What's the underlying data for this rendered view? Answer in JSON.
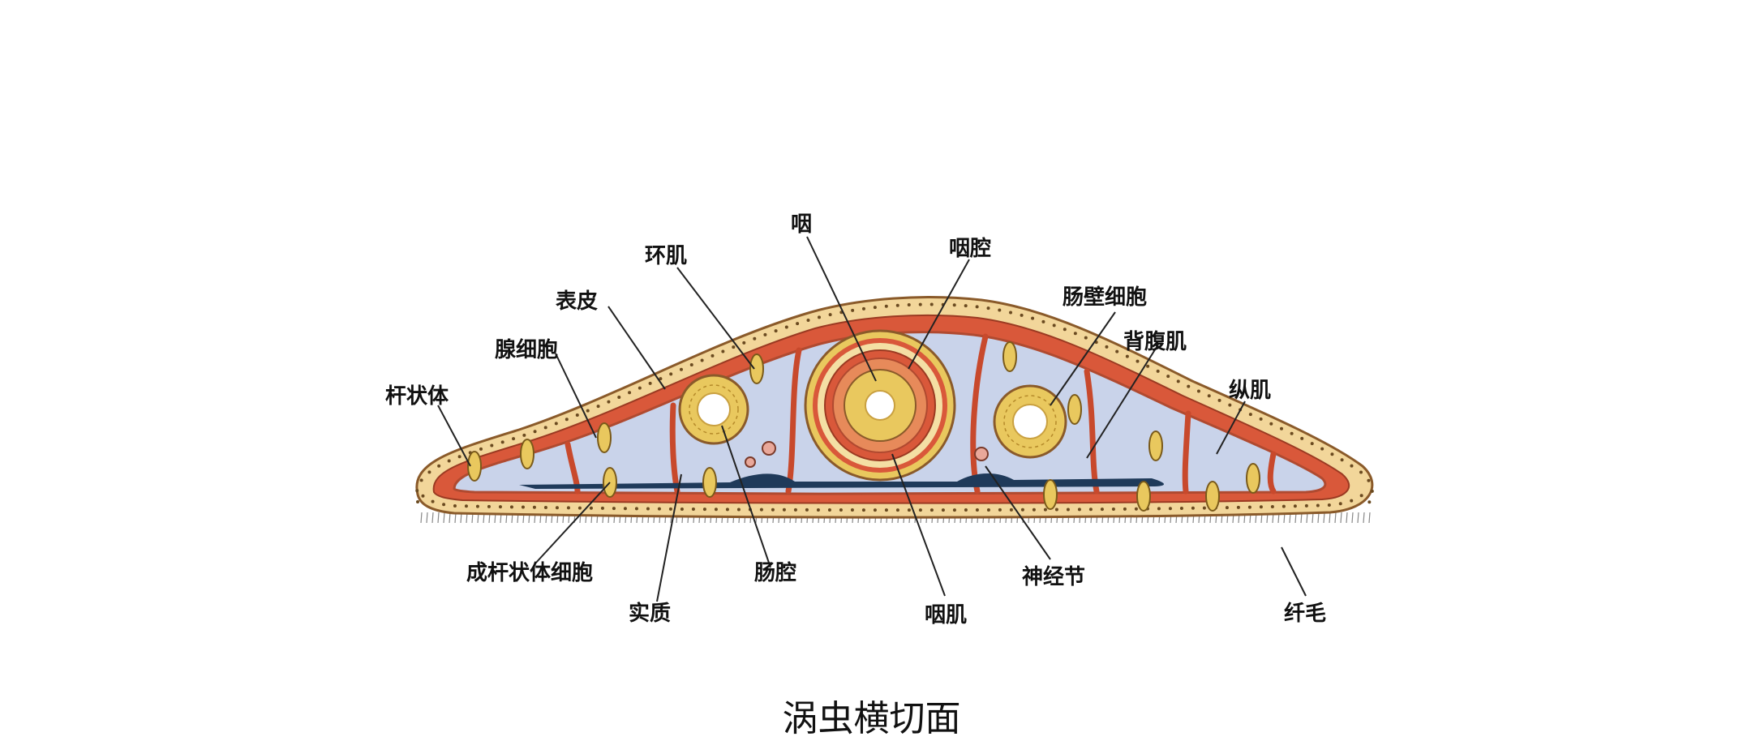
{
  "caption": "涡虫横切面",
  "labels": {
    "yan": "咽",
    "huanji": "环肌",
    "yanqiang": "咽腔",
    "biaopi": "表皮",
    "changbixibao": "肠壁细胞",
    "beifuji": "背腹肌",
    "xianxibao": "腺细胞",
    "zongji": "纵肌",
    "ganzhuangti": "杆状体",
    "chengganzhuangtixibao": "成杆状体细胞",
    "changqiang": "肠腔",
    "shenjingjie": "神经节",
    "shizhi": "实质",
    "yanji": "咽肌",
    "xianmao": "纤毛"
  },
  "colors": {
    "epidermis": "#f2d69a",
    "muscle": "#d9583a",
    "parenchyma": "#c9d3ea",
    "nerve": "#1f3a5a",
    "gland": "#e9c85e",
    "line": "#222222"
  }
}
